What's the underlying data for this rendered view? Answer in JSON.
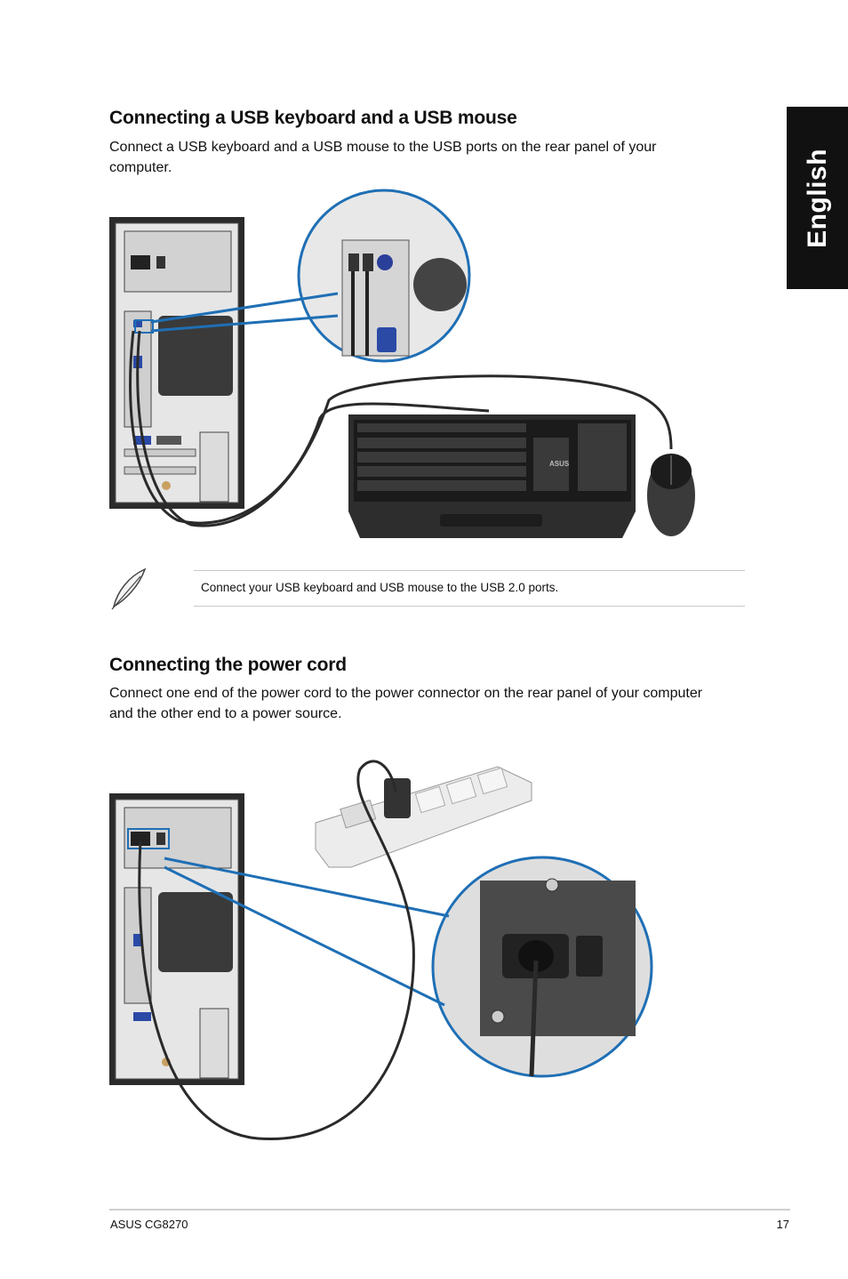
{
  "side_tab": {
    "label": "English"
  },
  "section1": {
    "title": "Connecting a USB keyboard and a USB mouse",
    "body": "Connect a USB keyboard and a USB mouse to the USB ports on the rear panel of your computer."
  },
  "note": {
    "text": "Connect your USB keyboard and USB mouse to the USB 2.0 ports.",
    "icon": "feather-pen-icon"
  },
  "keyboard": {
    "brand": "ASUS"
  },
  "section2": {
    "title": "Connecting the power cord",
    "body": "Connect one end of the power cord to the power connector on the rear panel of your computer and the other end to a power source."
  },
  "footer": {
    "model": "ASUS CG8270",
    "page": "17"
  },
  "colors": {
    "accent_blue": "#1f6fb5",
    "tab_black": "#111111",
    "chassis": "#3a3a3a"
  }
}
